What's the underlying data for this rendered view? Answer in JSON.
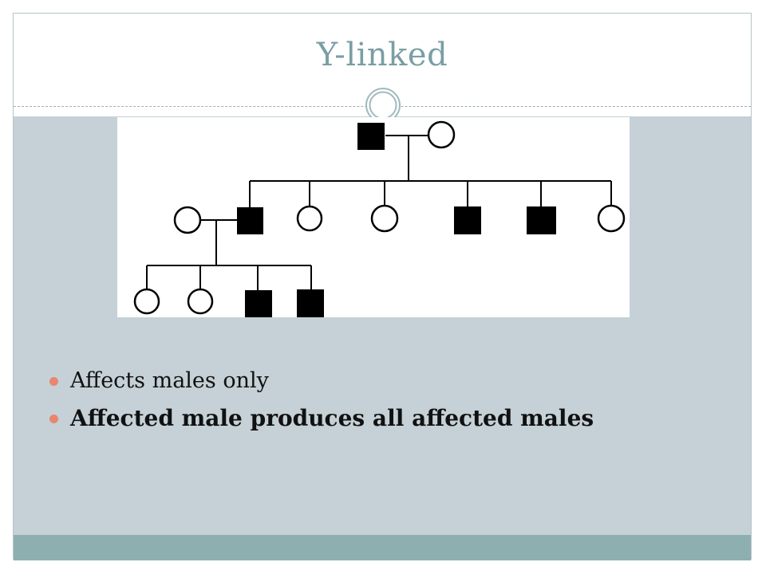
{
  "slide": {
    "title": "Y-linked",
    "bullets": [
      "Affects males only",
      "Affected male produces all affected males"
    ]
  },
  "diagram": {
    "type": "pedigree",
    "generations": [
      {
        "individuals": [
          {
            "sex": "male",
            "affected": true
          },
          {
            "sex": "female",
            "affected": false
          }
        ]
      },
      {
        "individuals": [
          {
            "sex": "female",
            "affected": false,
            "role": "spouse"
          },
          {
            "sex": "male",
            "affected": true
          },
          {
            "sex": "female",
            "affected": false
          },
          {
            "sex": "female",
            "affected": false
          },
          {
            "sex": "male",
            "affected": true
          },
          {
            "sex": "male",
            "affected": true
          },
          {
            "sex": "female",
            "affected": false
          }
        ]
      },
      {
        "individuals": [
          {
            "sex": "female",
            "affected": false
          },
          {
            "sex": "female",
            "affected": false
          },
          {
            "sex": "male",
            "affected": true
          },
          {
            "sex": "male",
            "affected": true
          }
        ]
      }
    ]
  },
  "colors": {
    "title": "#7a9ea3",
    "content_band": "#c5d1d7",
    "footer_band": "#8eafb0",
    "bullet": "#e9866d"
  }
}
